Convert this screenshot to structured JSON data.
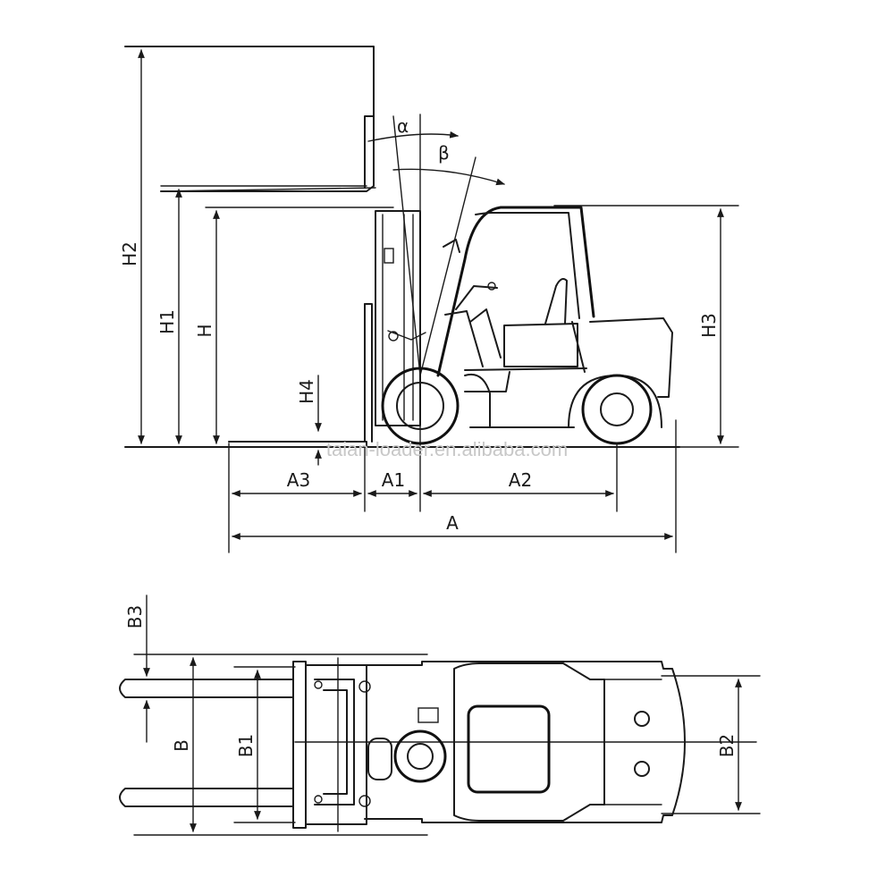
{
  "diagram": {
    "side_view": {
      "labels": {
        "alpha": "α",
        "beta": "β",
        "h2": "H2",
        "h1": "H1",
        "h": "H",
        "h3": "H3",
        "h4": "H4",
        "a3": "A3",
        "a1": "A1",
        "a2": "A2",
        "a": "A"
      }
    },
    "top_view": {
      "labels": {
        "b3": "B3",
        "b": "B",
        "b1": "B1",
        "b2": "B2"
      }
    },
    "watermark": "taian-loader.en.alibaba.com"
  }
}
